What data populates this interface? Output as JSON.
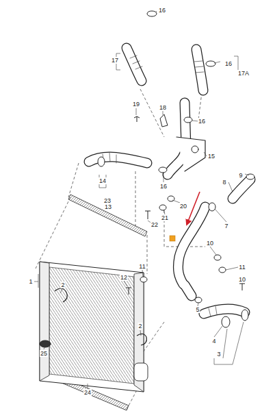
{
  "diagram": {
    "labels": [
      "17",
      "16",
      "16",
      "17A",
      "19",
      "18",
      "16",
      "15",
      "14",
      "13",
      "16",
      "9",
      "8",
      "23",
      "20",
      "22",
      "21",
      "7",
      "10",
      "11",
      "11",
      "12",
      "10",
      "1",
      "2",
      "5",
      "2",
      "4",
      "3",
      "25",
      "24"
    ]
  }
}
